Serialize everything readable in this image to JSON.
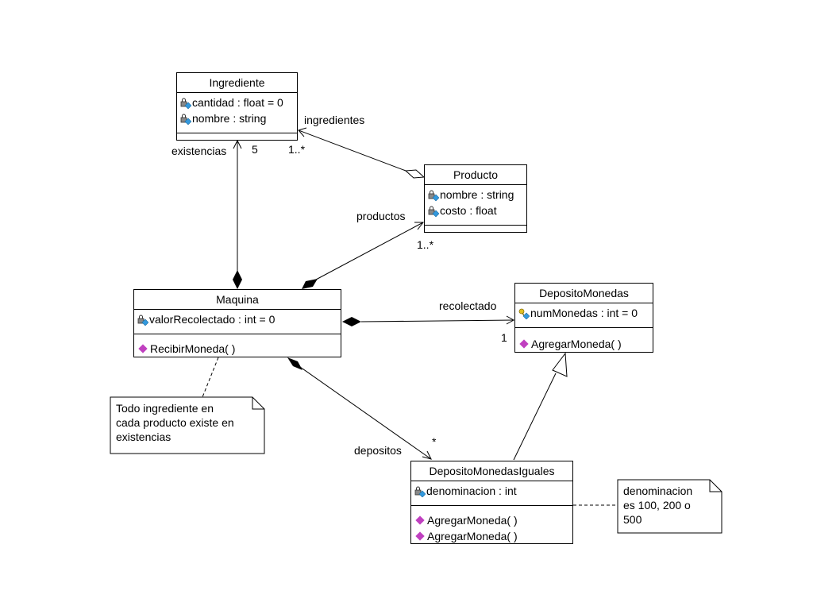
{
  "classes": {
    "ingrediente": {
      "name": "Ingrediente",
      "attributes": [
        "cantidad : float = 0",
        "nombre : string"
      ],
      "operations": []
    },
    "producto": {
      "name": "Producto",
      "attributes": [
        "nombre : string",
        "costo : float"
      ],
      "operations": []
    },
    "maquina": {
      "name": "Maquina",
      "attributes": [
        "valorRecolectado : int = 0"
      ],
      "operations": [
        "RecibirMoneda( )"
      ]
    },
    "deposito_monedas": {
      "name": "DepositoMonedas",
      "attributes": [
        "numMonedas : int = 0"
      ],
      "operations": [
        "AgregarMoneda( )"
      ]
    },
    "deposito_monedas_iguales": {
      "name": "DepositoMonedasIguales",
      "attributes": [
        "denominacion : int"
      ],
      "operations": [
        "AgregarMoneda( )",
        "AgregarMoneda( )"
      ]
    }
  },
  "associations": {
    "ingredientes": {
      "role": "ingredientes",
      "multiplicity": "1..*"
    },
    "existencias": {
      "role": "existencias",
      "multiplicity": "5"
    },
    "productos": {
      "role": "productos",
      "multiplicity": "1..*"
    },
    "recolectado": {
      "role": "recolectado",
      "multiplicity": "1"
    },
    "depositos": {
      "role": "depositos",
      "multiplicity": "*"
    }
  },
  "notes": {
    "ingredientes_note": [
      "Todo ingrediente en",
      "cada producto existe en",
      "existencias"
    ],
    "denominacion_note": [
      "denominacion",
      "es 100, 200 o",
      "500"
    ]
  },
  "icons": {
    "private_attribute": "lock-field-icon",
    "key_attribute": "key-field-icon",
    "operation": "method-icon"
  },
  "colors": {
    "operation_icon": "#c040c0",
    "field_icon": "#3399dd",
    "key_icon": "#e0c020",
    "line": "#000000"
  }
}
